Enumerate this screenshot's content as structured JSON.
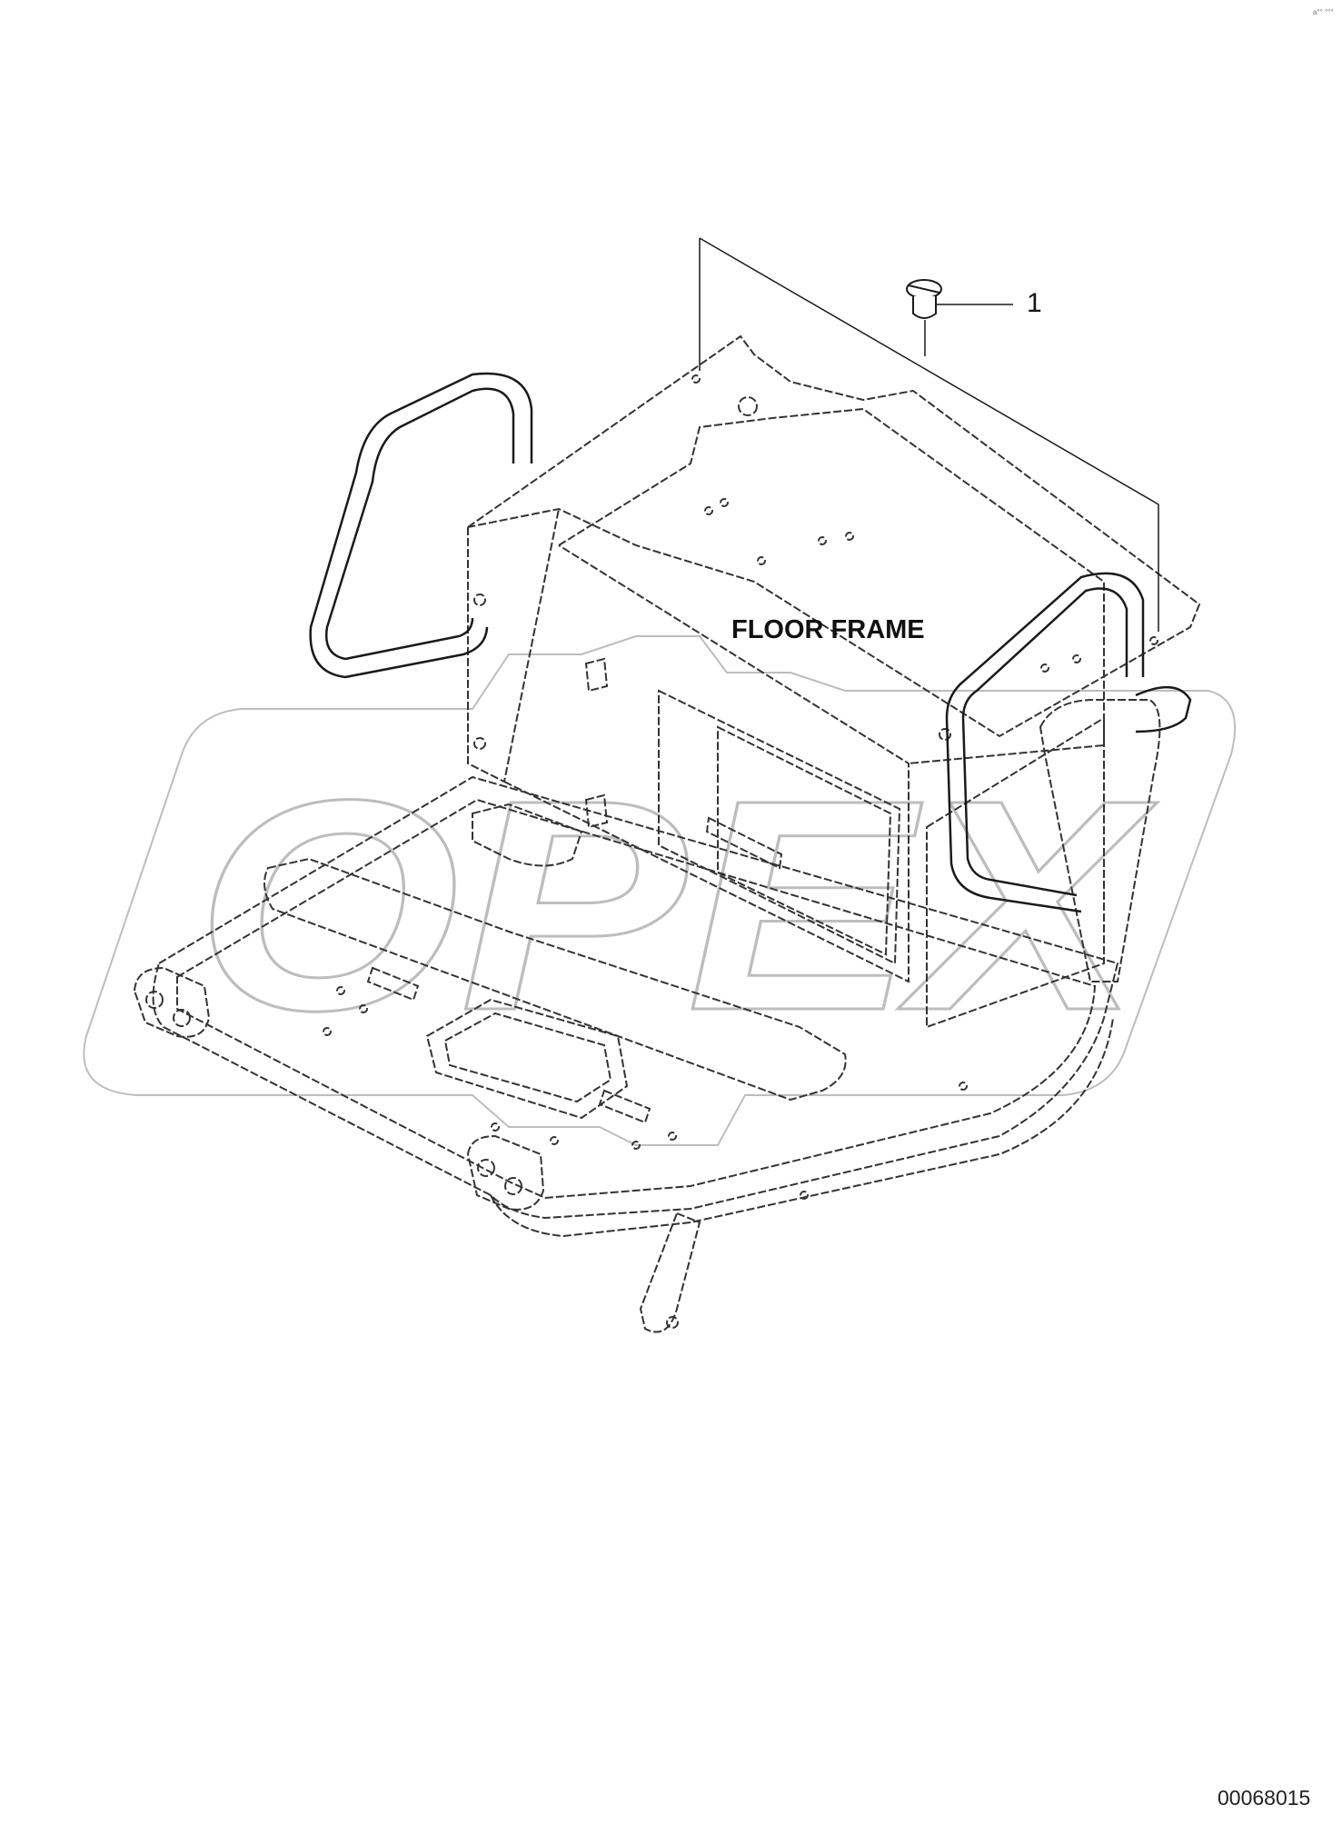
{
  "diagram": {
    "part_label": "FLOOR FRAME",
    "callouts": [
      {
        "number": "1"
      }
    ],
    "drawing_number": "00068015",
    "corner_mark": "a°° °°°"
  },
  "watermark": {
    "brand": "OPEX",
    "outline_color": "#bdbdbd"
  },
  "colors": {
    "line": "#1a1a1a",
    "hidden_line": "#333333",
    "background": "#ffffff"
  }
}
